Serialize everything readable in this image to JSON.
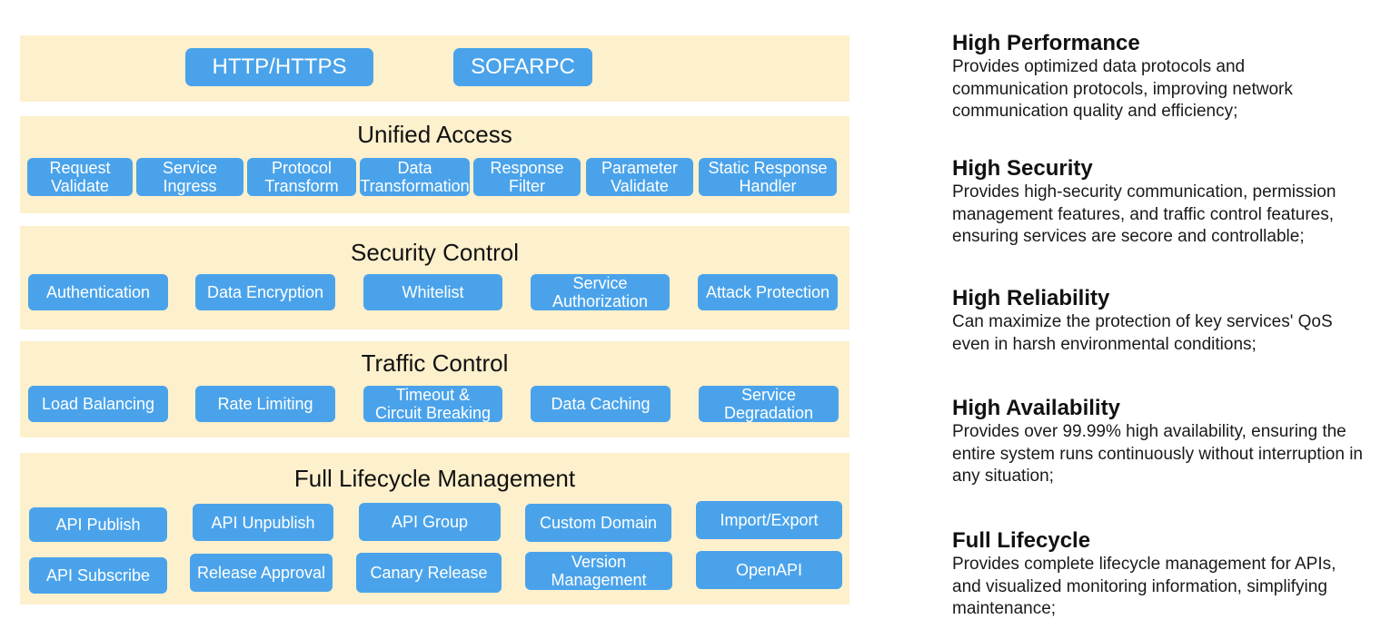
{
  "protocols": {
    "items": [
      "HTTP/HTTPS",
      "SOFARPC"
    ]
  },
  "layers": [
    {
      "title": "Unified Access",
      "items": [
        "Request\nValidate",
        "Service\nIngress",
        "Protocol\nTransform",
        "Data\nTransformation",
        "Response\nFilter",
        "Parameter\nValidate",
        "Static Response\nHandler"
      ]
    },
    {
      "title": "Security Control",
      "items": [
        "Authentication",
        "Data Encryption",
        "Whitelist",
        "Service\nAuthorization",
        "Attack Protection"
      ]
    },
    {
      "title": "Traffic Control",
      "items": [
        "Load Balancing",
        "Rate Limiting",
        "Timeout &\nCircuit Breaking",
        "Data Caching",
        "Service\nDegradation"
      ]
    },
    {
      "title": "Full Lifecycle Management",
      "items": [
        "API Publish",
        "API Unpublish",
        "API Group",
        "Custom Domain",
        "Import/Export",
        "API Subscribe",
        "Release Approval",
        "Canary Release",
        "Version\nManagement",
        "OpenAPI"
      ]
    }
  ],
  "features": [
    {
      "title": "High Performance",
      "desc": "Provides optimized data protocols and communication protocols, improving network communication quality and efficiency;"
    },
    {
      "title": "High Security",
      "desc": "Provides high-security communication, permission management features, and traffic control features, ensuring services are secore and controllable;"
    },
    {
      "title": "High Reliability",
      "desc": "Can maximize the protection of key services' QoS even in harsh environmental conditions;"
    },
    {
      "title": "High Availability",
      "desc": "Provides over 99.99% high availability, ensuring the entire system runs continuously without interruption in any situation;"
    },
    {
      "title": "Full Lifecycle",
      "desc": "Provides complete lifecycle management for APIs, and visualized monitoring information, simplifying maintenance;"
    }
  ],
  "colors": {
    "panel_background": "#fdf0cc",
    "chip_background": "#4aa3ea",
    "chip_text": "#ffffff"
  }
}
